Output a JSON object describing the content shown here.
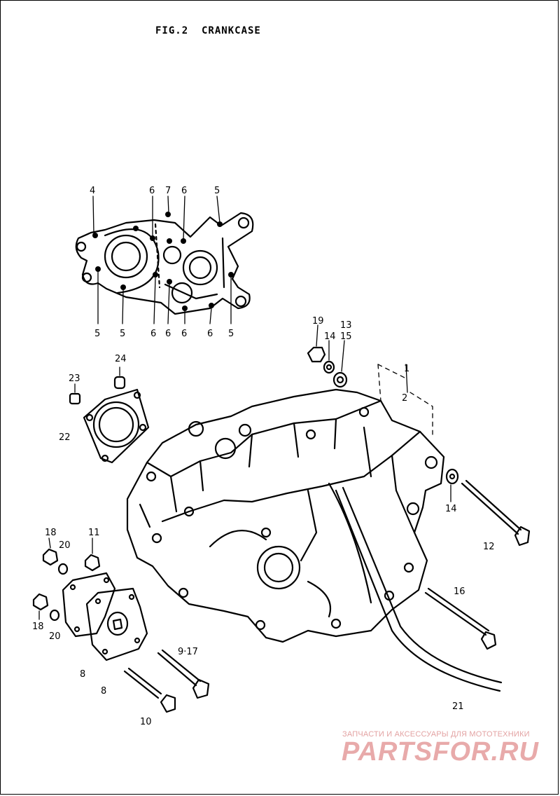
{
  "title": "FIG.2  CRANKCASE",
  "callouts": {
    "c4": "4",
    "c6a": "6",
    "c7": "7",
    "c6b": "6",
    "c5a": "5",
    "c5b": "5",
    "c5c": "5",
    "c6c": "6",
    "c6d": "6",
    "c6e": "6",
    "c6f": "6",
    "c5d": "5",
    "c19": "19",
    "c14a": "14",
    "c13": "13",
    "c15": "15",
    "c1": "1",
    "c2": "2",
    "c24": "24",
    "c23": "23",
    "c22": "22",
    "c14b": "14",
    "c12": "12",
    "c18a": "18",
    "c20a": "20",
    "c11": "11",
    "c16": "16",
    "c18b": "18",
    "c20b": "20",
    "c9_17": "9·17",
    "c8a": "8",
    "c8b": "8",
    "c10": "10",
    "c21": "21"
  },
  "watermark": {
    "tagline": "ЗАПЧАСТИ И АКСЕССУАРЫ ДЛЯ МОТОТЕХНИКИ",
    "logo": "PARTSFOR.RU"
  }
}
